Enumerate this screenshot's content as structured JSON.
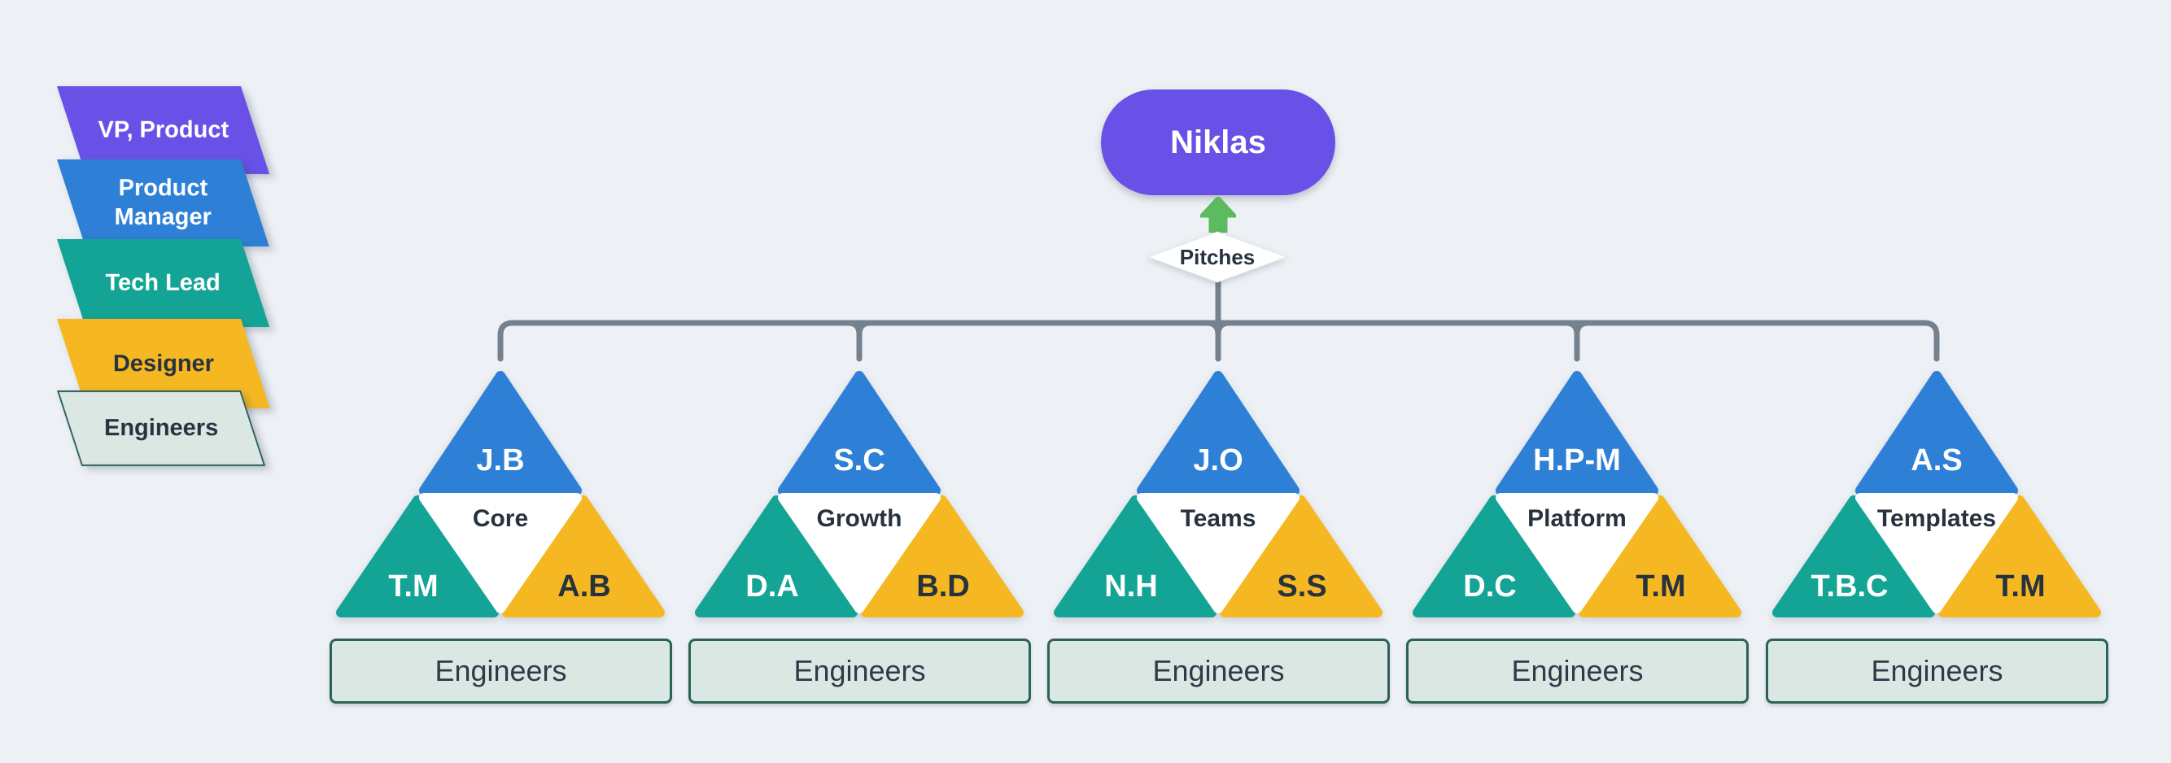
{
  "colors": {
    "background": "#edf1f5",
    "purple": "#6950e6",
    "blue": "#2e7fd6",
    "teal": "#14a496",
    "yellow": "#f5b822",
    "green-arrow": "#5cba60",
    "connector-gray": "#76818f",
    "dark-text": "#28323e",
    "light-fill": "#dbe7e3",
    "light-border": "#2c6359"
  },
  "legend": {
    "items": [
      {
        "id": "vp-product",
        "label": "VP, Product"
      },
      {
        "id": "product-manager",
        "label": "Product Manager"
      },
      {
        "id": "tech-lead",
        "label": "Tech Lead"
      },
      {
        "id": "designer",
        "label": "Designer"
      },
      {
        "id": "engineers",
        "label": "Engineers"
      }
    ]
  },
  "root": {
    "label": "Niklas"
  },
  "flow": {
    "label": "Pitches"
  },
  "teams": [
    {
      "name": "Core",
      "product_manager": "J.B",
      "tech_lead": "T.M",
      "designer": "A.B",
      "engineers_label": "Engineers"
    },
    {
      "name": "Growth",
      "product_manager": "S.C",
      "tech_lead": "D.A",
      "designer": "B.D",
      "engineers_label": "Engineers"
    },
    {
      "name": "Teams",
      "product_manager": "J.O",
      "tech_lead": "N.H",
      "designer": "S.S",
      "engineers_label": "Engineers"
    },
    {
      "name": "Platform",
      "product_manager": "H.P-M",
      "tech_lead": "D.C",
      "designer": "T.M",
      "engineers_label": "Engineers"
    },
    {
      "name": "Templates",
      "product_manager": "A.S",
      "tech_lead": "T.B.C",
      "designer": "T.M",
      "engineers_label": "Engineers"
    }
  ]
}
